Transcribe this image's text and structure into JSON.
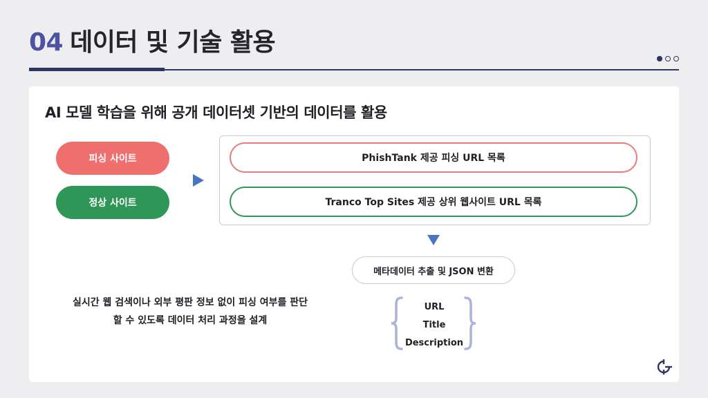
{
  "header": {
    "number": "04",
    "title": "데이터 및 기술 활용"
  },
  "card": {
    "subtitle": "AI 모델 학습을 위해 공개 데이터셋 기반의 데이터를 활용",
    "categories": {
      "phishing": "피싱 사이트",
      "normal": "정상 사이트"
    },
    "sources": {
      "phishing": "PhishTank 제공 피싱 URL 목록",
      "normal": "Tranco Top Sites 제공 상위 웹사이트 URL 목록"
    },
    "process": "메타데이터 추출 및 JSON 변환",
    "fields": [
      "URL",
      "Title",
      "Description"
    ],
    "description": {
      "line1": "실시간 웹 검색이나 외부 평판 정보 없이 피싱 여부를 판단",
      "line2": "할 수 있도록 데이터 처리 과정을 설계"
    }
  },
  "colors": {
    "accent": "#4c54a0",
    "navy": "#2d3563",
    "phishing": "#ef6f6f",
    "normal": "#2e9656",
    "arrow": "#4a74c0",
    "brace": "#aab4d8"
  },
  "icons": {
    "logo": "crosshair-logo-icon",
    "pagination": "slide-dots-icon"
  }
}
